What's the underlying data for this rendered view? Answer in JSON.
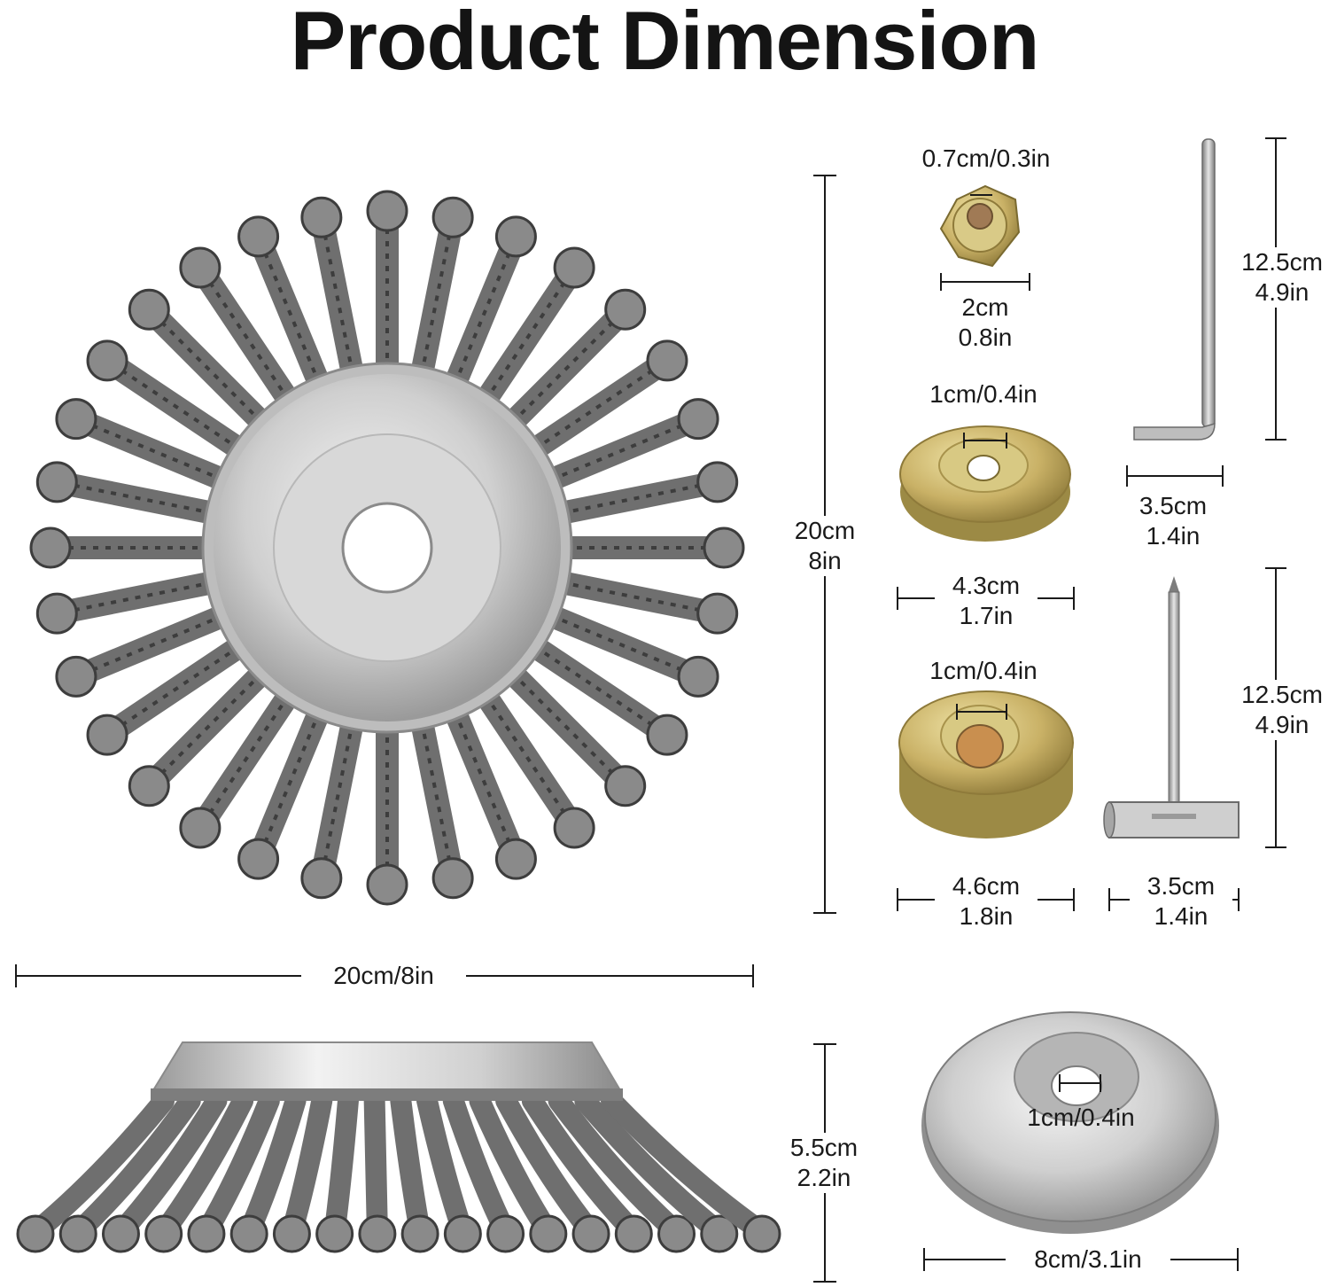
{
  "title": "Product Dimension",
  "labels": {
    "brush_height": {
      "line1": "20cm",
      "line2": "8in"
    },
    "brush_width": "20cm/8in",
    "cup_height": {
      "line1": "5.5cm",
      "line2": "2.2in"
    },
    "nut_hole": "0.7cm/0.3in",
    "nut_width": {
      "line1": "2cm",
      "line2": "0.8in"
    },
    "washer1_hole": "1cm/0.4in",
    "washer1_width": {
      "line1": "4.3cm",
      "line2": "1.7in"
    },
    "washer2_hole": "1cm/0.4in",
    "washer2_width": {
      "line1": "4.6cm",
      "line2": "1.8in"
    },
    "hexkey_height": {
      "line1": "12.5cm",
      "line2": "4.9in"
    },
    "hexkey_width": {
      "line1": "3.5cm",
      "line2": "1.4in"
    },
    "wrench_height": {
      "line1": "12.5cm",
      "line2": "4.9in"
    },
    "wrench_width": {
      "line1": "3.5cm",
      "line2": "1.4in"
    },
    "plate_hole": "1cm/0.4in",
    "plate_width": "8cm/3.1in"
  },
  "colors": {
    "wire": "#6f6f6f",
    "wire_dark": "#3d3d3d",
    "steel": "#d9d9d9",
    "brass": "#c8b46a",
    "dim_line": "#1a1a1a"
  }
}
